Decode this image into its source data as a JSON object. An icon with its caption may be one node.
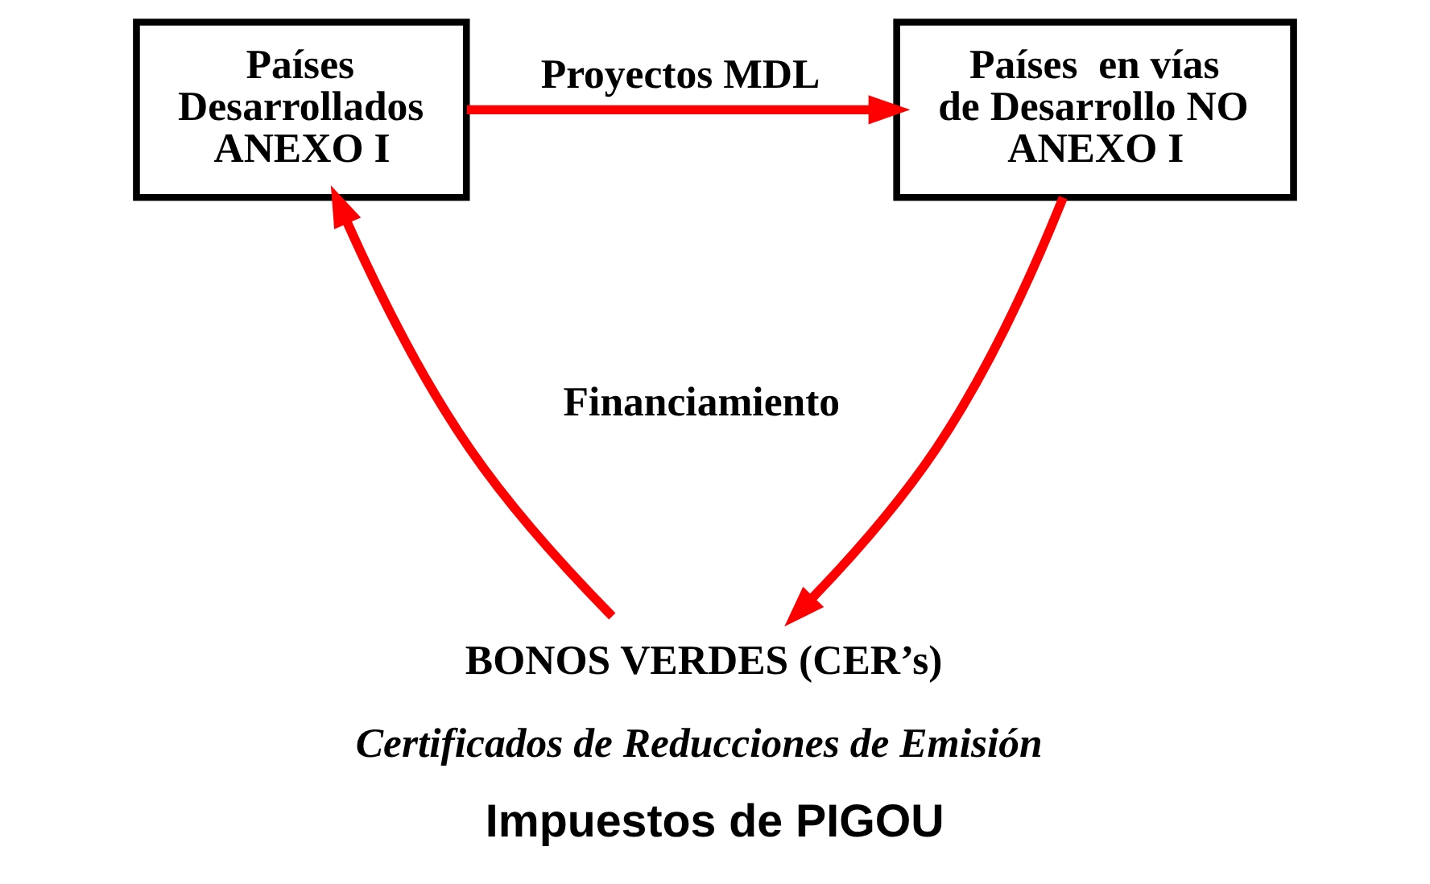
{
  "diagram": {
    "caption": "Impuestos de PIGOU",
    "nodes": [
      {
        "text": [
          "Países Desarrollados ANEXO I"
        ]
      },
      {
        "text": [
          "Países  en vías de Desarrollo NO ANEXO I"
        ]
      },
      {
        "text": [
          "BONOS VERDES (CER’s)",
          "Certificados de Reducciones de Emisión"
        ]
      }
    ],
    "edges": [
      {
        "from": 0,
        "to": 1,
        "arrow": "to",
        "label": "Proyectos MDL",
        "color": "#ff0000"
      },
      {
        "from": 1,
        "to": 2,
        "arrow": "to",
        "color": "#ff0000"
      },
      {
        "from": 2,
        "to": 0,
        "arrow": "to",
        "color": "#ff0000"
      }
    ],
    "labels": [
      "Financiamiento"
    ]
  }
}
